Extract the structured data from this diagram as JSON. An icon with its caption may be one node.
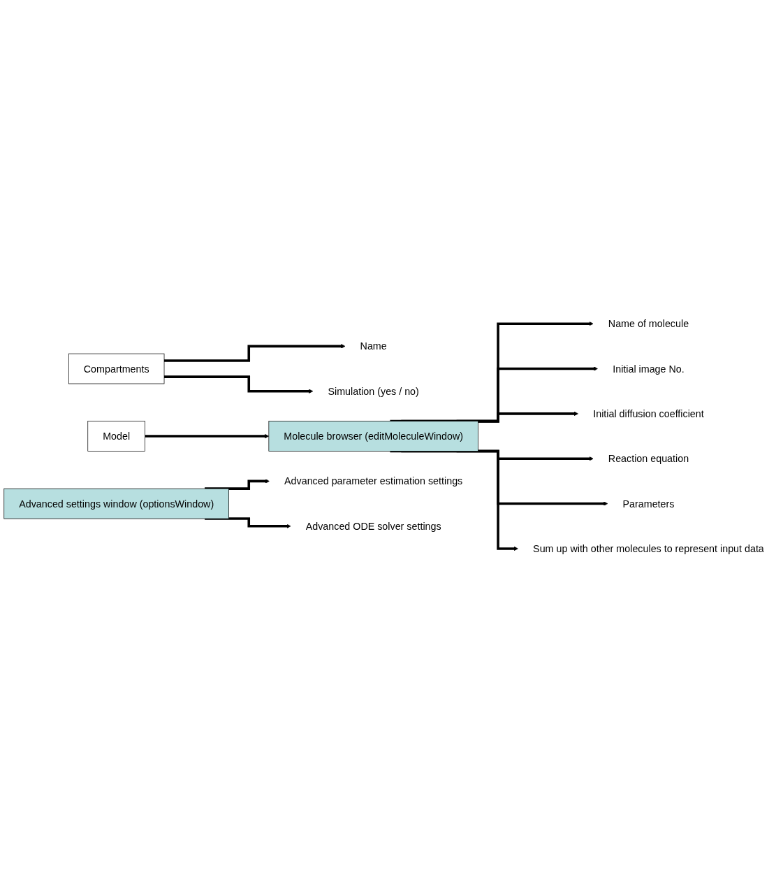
{
  "diagram": {
    "nodes": [
      {
        "text": [
          "Compartments"
        ]
      },
      {
        "text": [
          "Name"
        ]
      },
      {
        "text": [
          "Simulation (yes / no)"
        ]
      },
      {
        "text": [
          "Model"
        ]
      },
      {
        "text": [
          "Molecule browser (editMoleculeWindow)"
        ]
      },
      {
        "text": [
          "Name of molecule"
        ]
      },
      {
        "text": [
          "Initial image No."
        ]
      },
      {
        "text": [
          "Initial diffusion coefficient"
        ]
      },
      {
        "text": [
          "Reaction equation"
        ]
      },
      {
        "text": [
          "Parameters"
        ]
      },
      {
        "text": [
          "Sum up with other molecules to represent input data"
        ]
      },
      {
        "text": [
          "Advanced settings window (optionsWindow)"
        ]
      },
      {
        "text": [
          "Advanced parameter estimation settings"
        ]
      },
      {
        "text": [
          "Advanced ODE solver settings"
        ]
      }
    ],
    "edges": [
      {
        "from": 0,
        "to": 1,
        "arrow": "to"
      },
      {
        "from": 0,
        "to": 2,
        "arrow": "to"
      },
      {
        "from": 3,
        "to": 4,
        "arrow": "to"
      },
      {
        "from": 4,
        "to": 5,
        "arrow": "to"
      },
      {
        "from": 4,
        "to": 6,
        "arrow": "to"
      },
      {
        "from": 4,
        "to": 7,
        "arrow": "to"
      },
      {
        "from": 4,
        "to": 8,
        "arrow": "to"
      },
      {
        "from": 4,
        "to": 9,
        "arrow": "to"
      },
      {
        "from": 4,
        "to": 10,
        "arrow": "to"
      },
      {
        "from": 11,
        "to": 12,
        "arrow": "to"
      },
      {
        "from": 11,
        "to": 13,
        "arrow": "to"
      }
    ]
  }
}
